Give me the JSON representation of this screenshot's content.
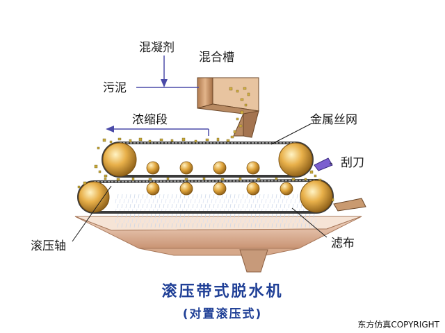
{
  "labels": {
    "coagulant": "混凝剂",
    "mixing_tank": "混合槽",
    "sludge": "污泥",
    "thickening_section": "浓缩段",
    "wire_mesh": "金属丝网",
    "scraper": "刮刀",
    "press_roller": "滚压轴",
    "filter_cloth": "滤布"
  },
  "title": {
    "main": "滚压带式脱水机",
    "sub": "(对置滚压式)"
  },
  "copyright": "东方仿真COPYRIGHT",
  "colors": {
    "roller": "#e6ad3c",
    "tank": "#c99a70",
    "arrow": "#4a4aa8",
    "title": "#1f3f96",
    "scraper": "#7b5fcf",
    "sludge": "#c8a838"
  }
}
